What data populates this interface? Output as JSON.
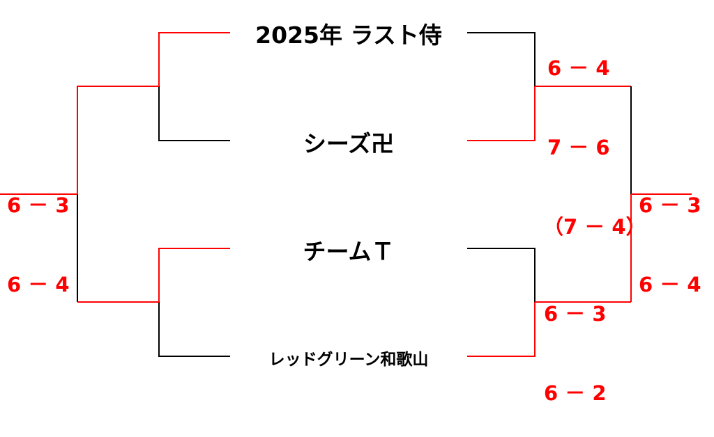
{
  "colors": {
    "winner": "#ff0000",
    "loser": "#000000"
  },
  "teams": [
    {
      "name": "2025年 ラスト侍"
    },
    {
      "name": "シーズ卍"
    },
    {
      "name": "チームＴ"
    },
    {
      "name": "レッドグリーン和歌山"
    }
  ],
  "scores": {
    "left_final": [
      "6 － 3",
      "6 － 4"
    ],
    "right_semi_top": [
      "6 － 4",
      "7 － 6",
      "（7 － 4）"
    ],
    "right_final": [
      "6 － 3",
      "6 － 4"
    ],
    "right_semi_bottom": [
      "6 － 3",
      "6 － 2"
    ]
  }
}
